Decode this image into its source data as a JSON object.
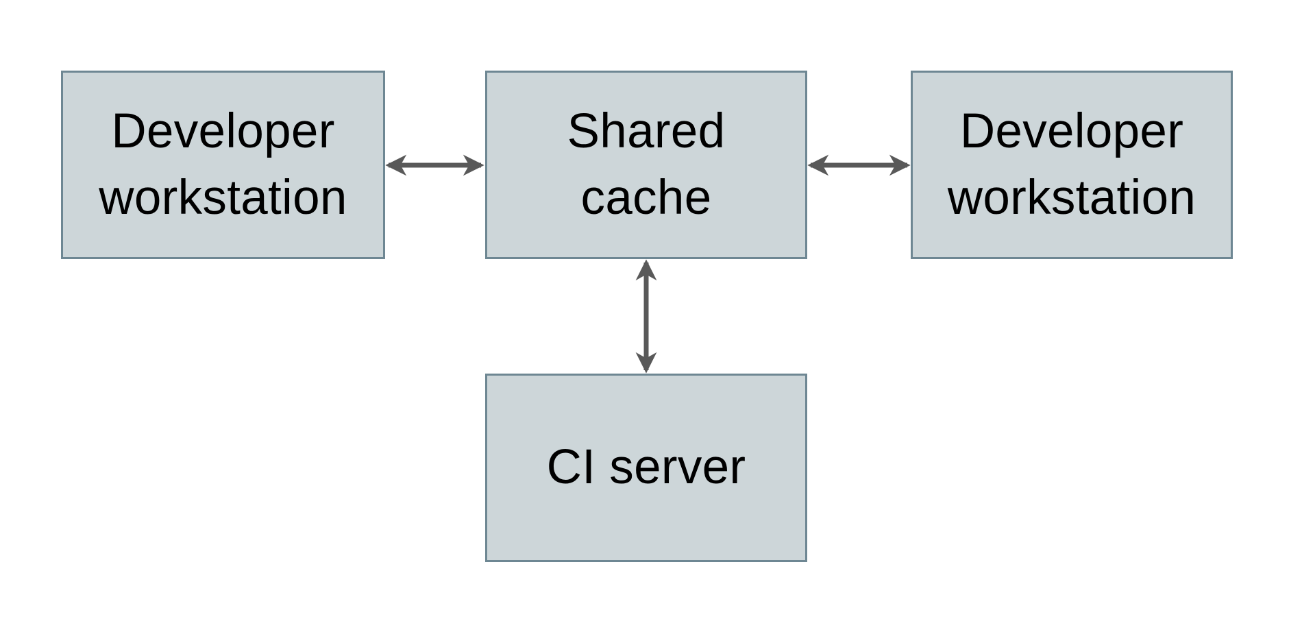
{
  "diagram": {
    "title": "",
    "nodes": [
      {
        "id": "developer-workstation-left",
        "label": "Developer\nworkstation"
      },
      {
        "id": "shared-cache",
        "label": "Shared\ncache"
      },
      {
        "id": "developer-workstation-right",
        "label": "Developer\nworkstation"
      },
      {
        "id": "ci-server",
        "label": "CI server"
      }
    ],
    "edges": [
      {
        "from": "developer-workstation-left",
        "to": "shared-cache",
        "direction": "bidirectional",
        "style": "double-headed-arrow"
      },
      {
        "from": "shared-cache",
        "to": "developer-workstation-right",
        "direction": "bidirectional",
        "style": "double-headed-arrow"
      },
      {
        "from": "shared-cache",
        "to": "ci-server",
        "direction": "bidirectional",
        "style": "double-headed-arrow"
      }
    ],
    "colors": {
      "background": "#ffffff",
      "node_fill": "#cdd6d9",
      "node_border": "#6e8793",
      "arrow": "#595959",
      "text": "#000000"
    }
  }
}
